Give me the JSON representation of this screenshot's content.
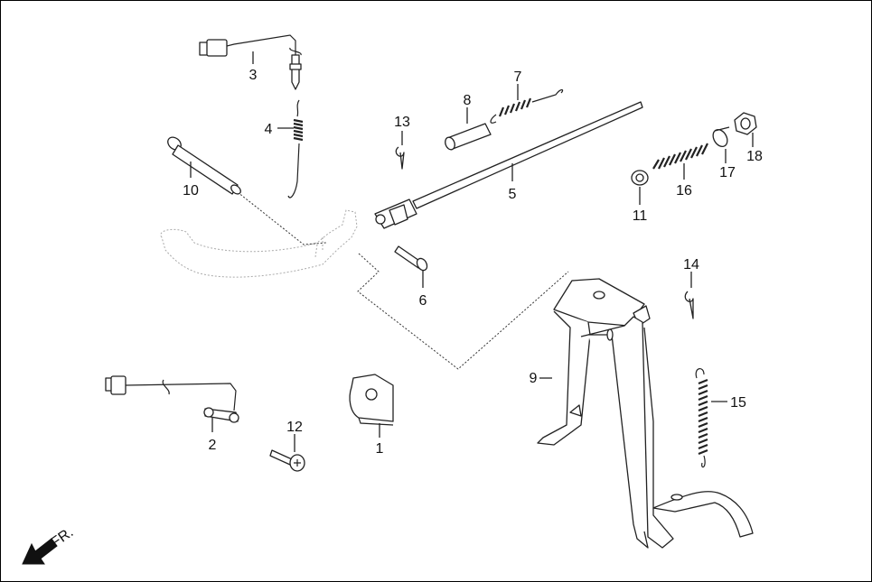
{
  "diagram": {
    "direction_label": "FR.",
    "callouts": [
      "1",
      "2",
      "3",
      "4",
      "5",
      "6",
      "7",
      "8",
      "9",
      "10",
      "11",
      "12",
      "13",
      "14",
      "15",
      "16",
      "17",
      "18"
    ]
  },
  "icons": {
    "direction": "front-arrow-icon"
  },
  "colors": {
    "line": "#222222",
    "background": "#ffffff",
    "ghost": "#aaaaaa"
  }
}
